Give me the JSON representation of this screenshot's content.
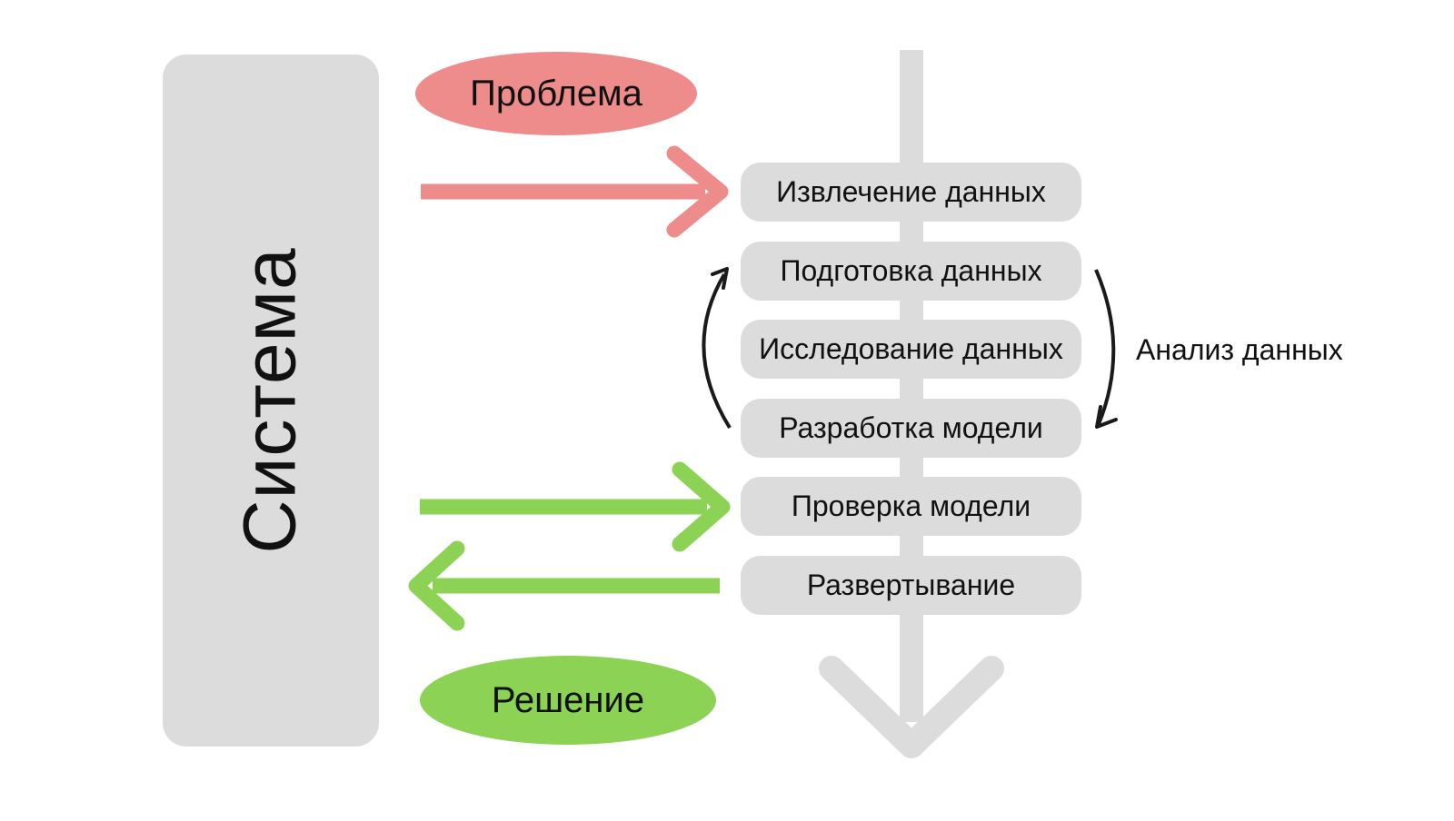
{
  "diagram": {
    "system_label": "Система",
    "problem_label": "Проблема",
    "solution_label": "Решение",
    "loop_label": "Анализ данных",
    "steps": [
      {
        "label": "Извлечение данных"
      },
      {
        "label": "Подготовка данных"
      },
      {
        "label": "Исследование данных"
      },
      {
        "label": "Разработка модели"
      },
      {
        "label": "Проверка модели"
      },
      {
        "label": "Развертывание"
      }
    ],
    "colors": {
      "box-gray": "#dcdcdc",
      "accent-pink": "#ee8b8b",
      "accent-green": "#8cd255",
      "ink": "#111111"
    }
  }
}
